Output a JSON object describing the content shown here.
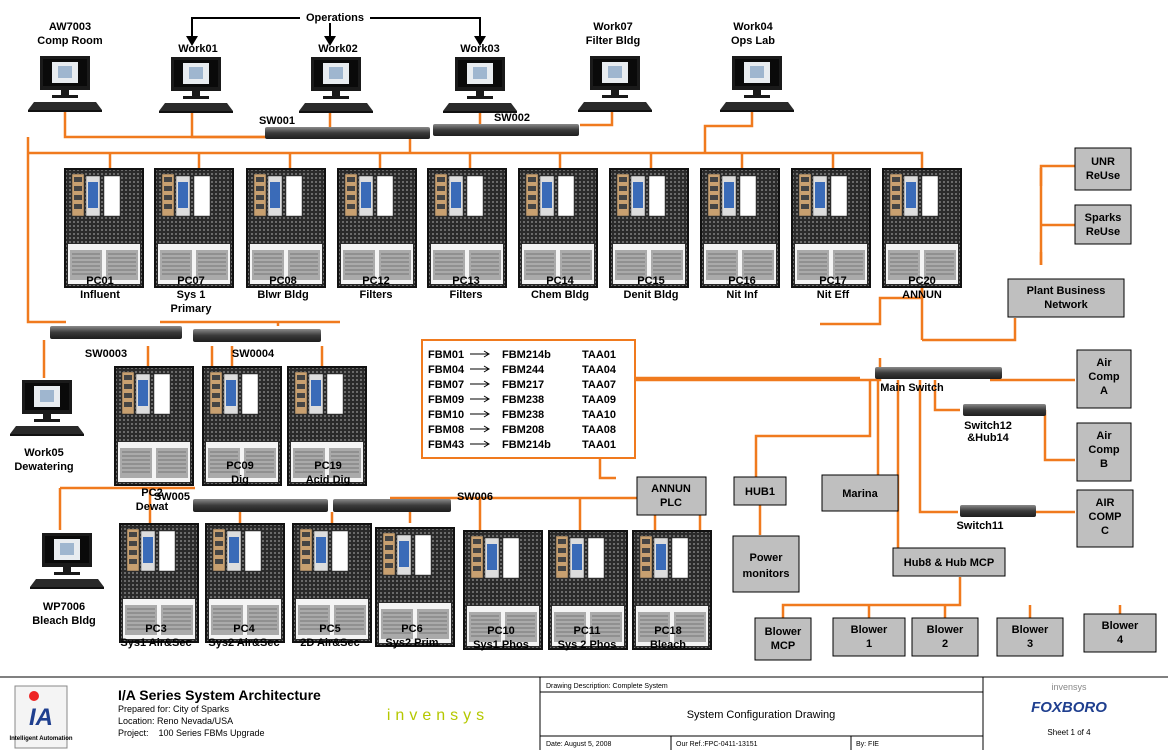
{
  "operations_label": "Operations",
  "workstations": [
    {
      "id": "aw7003",
      "lines": [
        "AW7003",
        "Comp Room"
      ]
    },
    {
      "id": "work01",
      "lines": [
        "Work01"
      ]
    },
    {
      "id": "work02",
      "lines": [
        "Work02"
      ]
    },
    {
      "id": "work03",
      "lines": [
        "Work03"
      ]
    },
    {
      "id": "work07",
      "lines": [
        "Work07",
        "Filter Bldg"
      ]
    },
    {
      "id": "work04",
      "lines": [
        "Work04",
        "Ops Lab"
      ]
    },
    {
      "id": "work05",
      "lines": [
        "Work05",
        "Dewatering"
      ]
    },
    {
      "id": "wp7006",
      "lines": [
        "WP7006",
        "Bleach Bldg"
      ]
    }
  ],
  "switches": [
    {
      "id": "sw001",
      "label": "SW001"
    },
    {
      "id": "sw002",
      "label": "SW002"
    },
    {
      "id": "sw0003",
      "label": "SW0003"
    },
    {
      "id": "sw0004",
      "label": "SW0004"
    },
    {
      "id": "sw005",
      "label": "SW005"
    },
    {
      "id": "sw006",
      "label": "SW006"
    },
    {
      "id": "mainswitch",
      "label": "Main Switch"
    },
    {
      "id": "switch12",
      "lines": [
        "Switch12",
        "&Hub14"
      ]
    },
    {
      "id": "switch11",
      "label": "Switch11"
    }
  ],
  "cabinets": [
    {
      "id": "pc01",
      "lines": [
        "PC01",
        "Influent"
      ]
    },
    {
      "id": "pc07",
      "lines": [
        "PC07",
        "Sys 1",
        "Primary"
      ]
    },
    {
      "id": "pc08",
      "lines": [
        "PC08",
        "Blwr Bldg"
      ]
    },
    {
      "id": "pc12",
      "lines": [
        "PC12",
        "Filters"
      ]
    },
    {
      "id": "pc13",
      "lines": [
        "PC13",
        "Filters"
      ]
    },
    {
      "id": "pc14",
      "lines": [
        "PC14",
        "Chem Bldg"
      ]
    },
    {
      "id": "pc15",
      "lines": [
        "PC15",
        "Denit Bldg"
      ]
    },
    {
      "id": "pc16",
      "lines": [
        "PC16",
        "Nit Inf"
      ]
    },
    {
      "id": "pc17",
      "lines": [
        "PC17",
        "Nit Eff"
      ]
    },
    {
      "id": "pc20",
      "lines": [
        "PC20",
        "ANNUN"
      ]
    },
    {
      "id": "pc2",
      "lines": [
        "PC2",
        "Dewat"
      ]
    },
    {
      "id": "pc09",
      "lines": [
        "PC09",
        "Dig"
      ]
    },
    {
      "id": "pc19",
      "lines": [
        "PC19",
        "Acid Dig"
      ]
    },
    {
      "id": "pc3",
      "lines": [
        "PC3",
        "Sys1 Air&Sec"
      ]
    },
    {
      "id": "pc4",
      "lines": [
        "PC4",
        "Sys2 Air&Sec"
      ]
    },
    {
      "id": "pc5",
      "lines": [
        "PC5",
        "2D Air&Sec"
      ]
    },
    {
      "id": "pc6",
      "lines": [
        "PC6",
        "Sys2 Prim"
      ]
    },
    {
      "id": "pc10",
      "lines": [
        "PC10",
        "Sys1 Phos"
      ]
    },
    {
      "id": "pc11",
      "lines": [
        "PC11",
        "Sys 2 Phos"
      ]
    },
    {
      "id": "pc18",
      "lines": [
        "PC18",
        "Bleach"
      ]
    }
  ],
  "boxes": [
    {
      "id": "unr",
      "lines": [
        "UNR",
        "ReUse"
      ]
    },
    {
      "id": "sparks",
      "lines": [
        "Sparks",
        "ReUse"
      ]
    },
    {
      "id": "pbn",
      "lines": [
        "Plant Business",
        "Network"
      ]
    },
    {
      "id": "aircompa",
      "lines": [
        "Air",
        "Comp",
        "A"
      ]
    },
    {
      "id": "aircompb",
      "lines": [
        "Air",
        "Comp",
        "B"
      ]
    },
    {
      "id": "aircompc",
      "lines": [
        "AIR",
        "COMP",
        "C"
      ]
    },
    {
      "id": "annunplc",
      "lines": [
        "ANNUN",
        "PLC"
      ]
    },
    {
      "id": "hub1",
      "lines": [
        "HUB1"
      ]
    },
    {
      "id": "marina",
      "lines": [
        "Marina"
      ]
    },
    {
      "id": "power",
      "lines": [
        "Power",
        "monitors"
      ]
    },
    {
      "id": "hub8",
      "lines": [
        "Hub8 & Hub MCP"
      ]
    },
    {
      "id": "blowermcp",
      "lines": [
        "Blower",
        "MCP"
      ]
    },
    {
      "id": "blower1",
      "lines": [
        "Blower",
        "1"
      ]
    },
    {
      "id": "blower2",
      "lines": [
        "Blower",
        "2"
      ]
    },
    {
      "id": "blower3",
      "lines": [
        "Blower",
        "3"
      ]
    },
    {
      "id": "blower4",
      "lines": [
        "Blower",
        "4"
      ]
    }
  ],
  "fbm_table": [
    {
      "fbm": "FBM01",
      "target": "FBM214b",
      "taa": "TAA01"
    },
    {
      "fbm": "FBM04",
      "target": "FBM244",
      "taa": "TAA04"
    },
    {
      "fbm": "FBM07",
      "target": "FBM217",
      "taa": "TAA07"
    },
    {
      "fbm": "FBM09",
      "target": "FBM238",
      "taa": "TAA09"
    },
    {
      "fbm": "FBM10",
      "target": "FBM238",
      "taa": "TAA10"
    },
    {
      "fbm": "FBM08",
      "target": "FBM208",
      "taa": "TAA08"
    },
    {
      "fbm": "FBM43",
      "target": "FBM214b",
      "taa": "TAA01"
    }
  ],
  "title_block": {
    "title": "I/A Series System Architecture",
    "prepared_for": "Prepared for: City of Sparks",
    "location": "Location: Reno Nevada/USA",
    "project": "Project:    100 Series FBMs Upgrade",
    "ia_logo": "IA",
    "ia_logo_sub": "Intelligent Automation",
    "invensys_wordmark": "invensys",
    "drawing_description": "Drawing Description: Complete System",
    "drawing_name": "System Configuration Drawing",
    "date": "Date: August 5, 2008",
    "our_ref": "Our Ref.:FPC-0411-13151",
    "by": "By: FIE",
    "brand_small": "invensys",
    "brand": "FOXBORO",
    "sheet": "Sheet 1 of 4"
  },
  "colors": {
    "network_line": "#f07a1e",
    "box_fill": "#bfbfbf",
    "cabinet_fill": "#9a9a9a"
  }
}
